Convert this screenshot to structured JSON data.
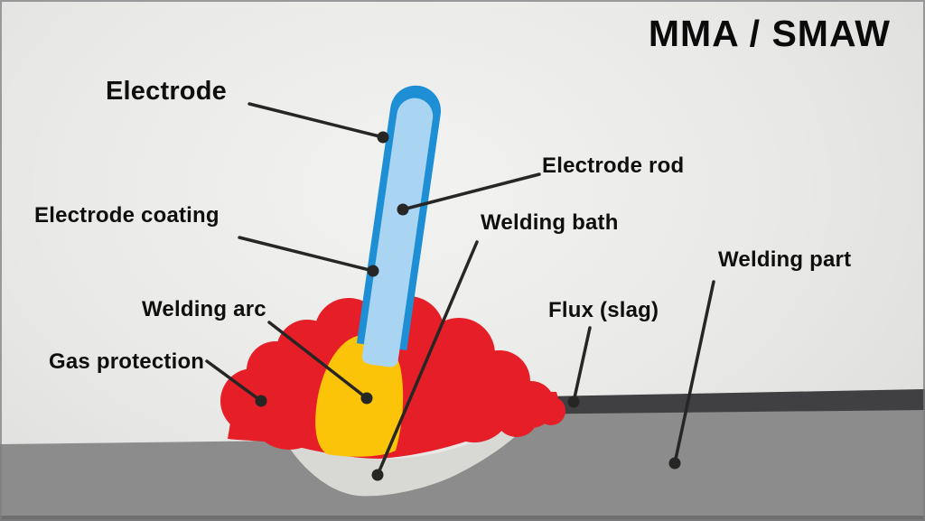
{
  "title": "MMA / SMAW",
  "labels": {
    "electrode": "Electrode",
    "electrode_rod": "Electrode rod",
    "electrode_coating": "Electrode coating",
    "welding_bath": "Welding bath",
    "welding_arc": "Welding arc",
    "gas_protection": "Gas protection",
    "flux_slag": "Flux (slag)",
    "welding_part": "Welding part"
  },
  "colors": {
    "gas_protection_red": "#e61e28",
    "welding_arc_yellow": "#fcc408",
    "electrode_coating_blue": "#1e8fd4",
    "electrode_rod_blue": "#a9d5f3",
    "welding_bath_gray": "#d8d9d5",
    "welding_part_gray": "#8c8c8c",
    "welding_part_bottom_strip": "#6e6e6e",
    "flux_slag_dark": "#403f41",
    "leader_line": "#262624",
    "label_text": "#0f0f0e"
  }
}
